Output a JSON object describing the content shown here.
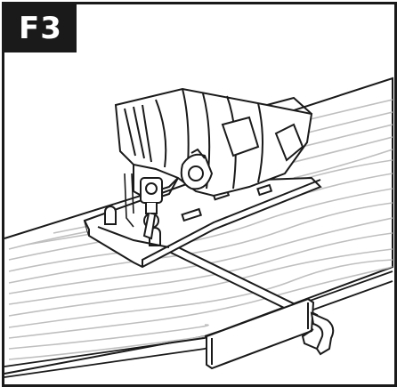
{
  "figure": {
    "label": "F3"
  },
  "colors": {
    "ink": "#1a1a1a",
    "wood_grain": "#bfbfbf",
    "background": "#ffffff"
  },
  "icons": {
    "label_box": "figure-label",
    "tool": "jigsaw-illustration",
    "guide": "parallel-guide-illustration"
  }
}
